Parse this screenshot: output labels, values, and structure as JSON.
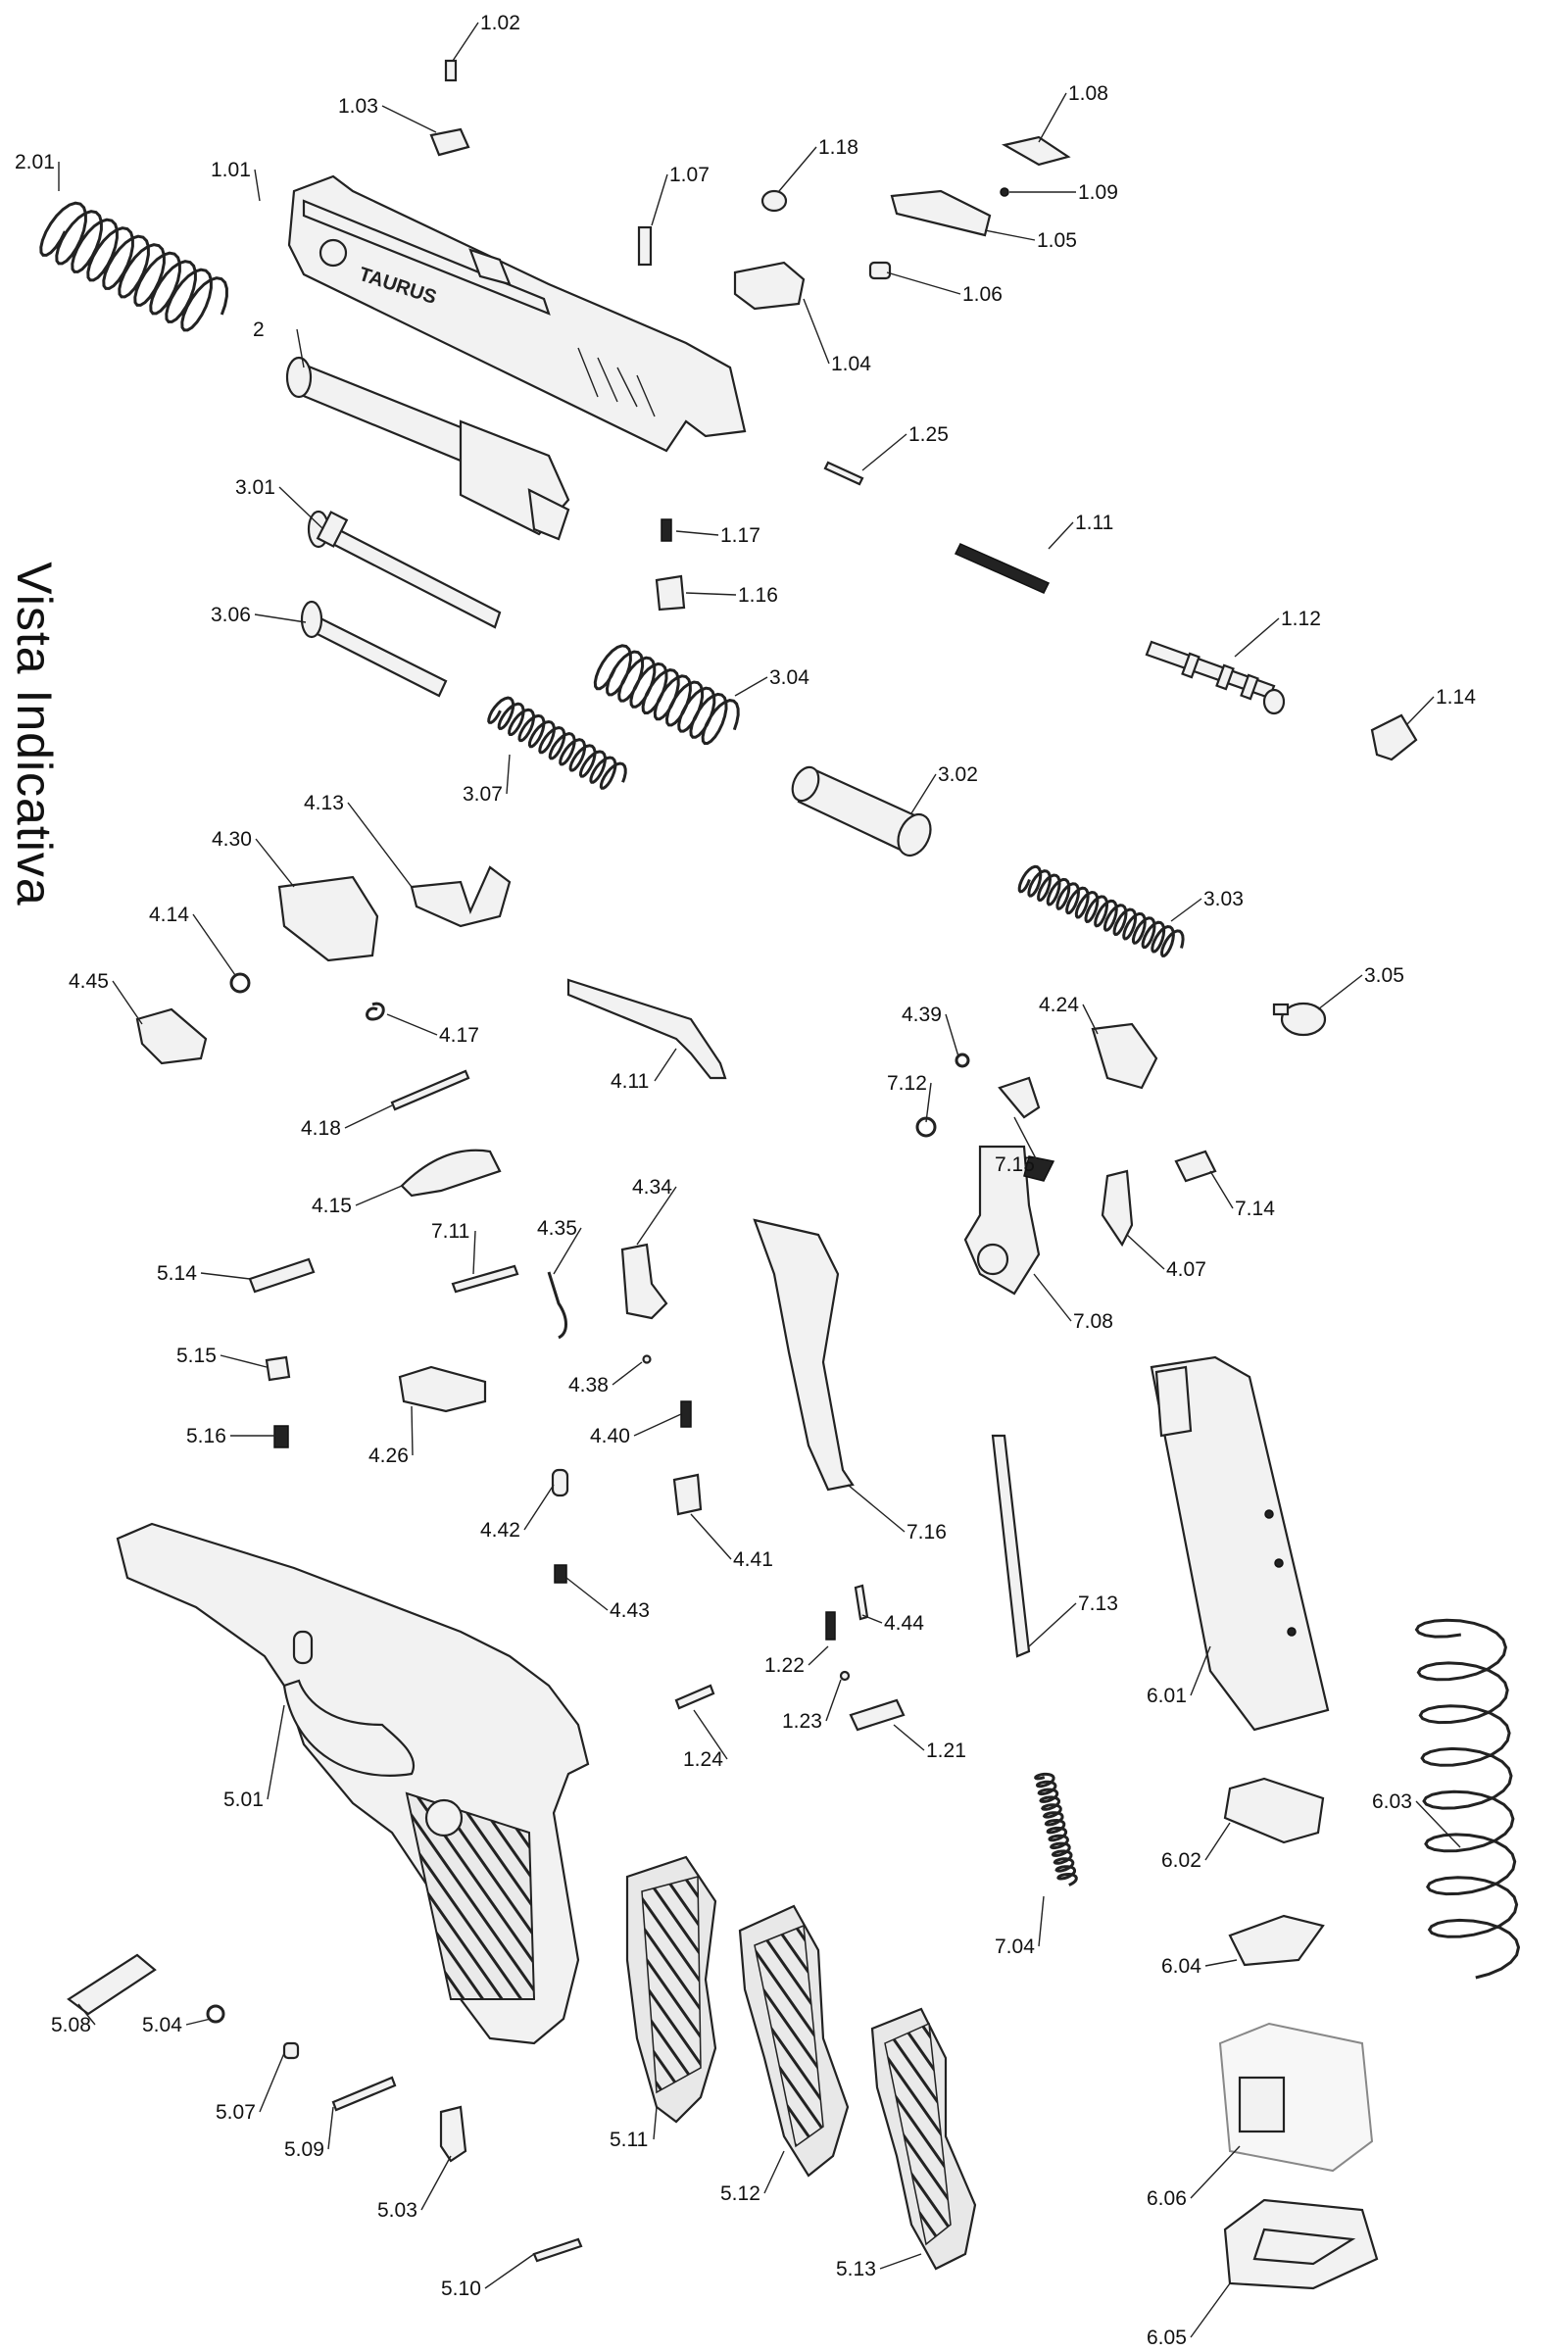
{
  "title": "Vista Indicativa",
  "brand": "TAURUS",
  "parts": [
    {
      "id": "1.01",
      "label": "1.01"
    },
    {
      "id": "1.02",
      "label": "1.02"
    },
    {
      "id": "1.03",
      "label": "1.03"
    },
    {
      "id": "1.04",
      "label": "1.04"
    },
    {
      "id": "1.05",
      "label": "1.05"
    },
    {
      "id": "1.06",
      "label": "1.06"
    },
    {
      "id": "1.07",
      "label": "1.07"
    },
    {
      "id": "1.08",
      "label": "1.08"
    },
    {
      "id": "1.09",
      "label": "1.09"
    },
    {
      "id": "1.11",
      "label": "1.11"
    },
    {
      "id": "1.12",
      "label": "1.12"
    },
    {
      "id": "1.14",
      "label": "1.14"
    },
    {
      "id": "1.16",
      "label": "1.16"
    },
    {
      "id": "1.17",
      "label": "1.17"
    },
    {
      "id": "1.18",
      "label": "1.18"
    },
    {
      "id": "1.21",
      "label": "1.21"
    },
    {
      "id": "1.22",
      "label": "1.22"
    },
    {
      "id": "1.23",
      "label": "1.23"
    },
    {
      "id": "1.24",
      "label": "1.24"
    },
    {
      "id": "1.25",
      "label": "1.25"
    },
    {
      "id": "2",
      "label": "2"
    },
    {
      "id": "2.01",
      "label": "2.01"
    },
    {
      "id": "3.01",
      "label": "3.01"
    },
    {
      "id": "3.02",
      "label": "3.02"
    },
    {
      "id": "3.03",
      "label": "3.03"
    },
    {
      "id": "3.04",
      "label": "3.04"
    },
    {
      "id": "3.05",
      "label": "3.05"
    },
    {
      "id": "3.06",
      "label": "3.06"
    },
    {
      "id": "3.07",
      "label": "3.07"
    },
    {
      "id": "4.07",
      "label": "4.07"
    },
    {
      "id": "4.11",
      "label": "4.11"
    },
    {
      "id": "4.13",
      "label": "4.13"
    },
    {
      "id": "4.14",
      "label": "4.14"
    },
    {
      "id": "4.15",
      "label": "4.15"
    },
    {
      "id": "4.17",
      "label": "4.17"
    },
    {
      "id": "4.18",
      "label": "4.18"
    },
    {
      "id": "4.24",
      "label": "4.24"
    },
    {
      "id": "4.26",
      "label": "4.26"
    },
    {
      "id": "4.30",
      "label": "4.30"
    },
    {
      "id": "4.34",
      "label": "4.34"
    },
    {
      "id": "4.35",
      "label": "4.35"
    },
    {
      "id": "4.38",
      "label": "4.38"
    },
    {
      "id": "4.39",
      "label": "4.39"
    },
    {
      "id": "4.40",
      "label": "4.40"
    },
    {
      "id": "4.41",
      "label": "4.41"
    },
    {
      "id": "4.42",
      "label": "4.42"
    },
    {
      "id": "4.43",
      "label": "4.43"
    },
    {
      "id": "4.44",
      "label": "4.44"
    },
    {
      "id": "4.45",
      "label": "4.45"
    },
    {
      "id": "5.01",
      "label": "5.01"
    },
    {
      "id": "5.03",
      "label": "5.03"
    },
    {
      "id": "5.04",
      "label": "5.04"
    },
    {
      "id": "5.07",
      "label": "5.07"
    },
    {
      "id": "5.08",
      "label": "5.08"
    },
    {
      "id": "5.09",
      "label": "5.09"
    },
    {
      "id": "5.10",
      "label": "5.10"
    },
    {
      "id": "5.11",
      "label": "5.11"
    },
    {
      "id": "5.12",
      "label": "5.12"
    },
    {
      "id": "5.13",
      "label": "5.13"
    },
    {
      "id": "5.14",
      "label": "5.14"
    },
    {
      "id": "5.15",
      "label": "5.15"
    },
    {
      "id": "5.16",
      "label": "5.16"
    },
    {
      "id": "6.01",
      "label": "6.01"
    },
    {
      "id": "6.02",
      "label": "6.02"
    },
    {
      "id": "6.03",
      "label": "6.03"
    },
    {
      "id": "6.04",
      "label": "6.04"
    },
    {
      "id": "6.05",
      "label": "6.05"
    },
    {
      "id": "6.06",
      "label": "6.06"
    },
    {
      "id": "7.04",
      "label": "7.04"
    },
    {
      "id": "7.08",
      "label": "7.08"
    },
    {
      "id": "7.11",
      "label": "7.11"
    },
    {
      "id": "7.12",
      "label": "7.12"
    },
    {
      "id": "7.13",
      "label": "7.13"
    },
    {
      "id": "7.14",
      "label": "7.14"
    },
    {
      "id": "7.15",
      "label": "7.15"
    },
    {
      "id": "7.16",
      "label": "7.16"
    }
  ]
}
